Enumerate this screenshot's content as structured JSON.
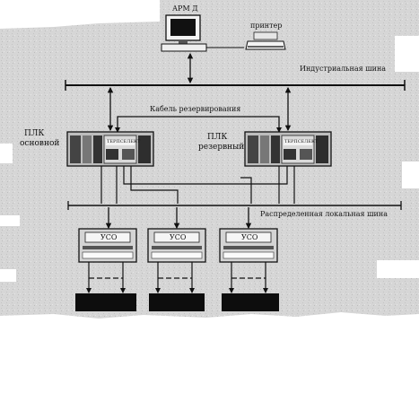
{
  "workstation": {
    "label": "АРМ Д",
    "icon": "computer-icon"
  },
  "printer": {
    "label": "принтер",
    "icon": "printer-icon"
  },
  "buses": {
    "industrial": "Индустриальная шина",
    "redundancy_cable": "Кабель резервирования",
    "local": "Распределенная локальная шина"
  },
  "plc": {
    "primary": {
      "line1": "ПЛК",
      "line2": "основной",
      "panel": "ТЕРПСЕЛЕКТ"
    },
    "backup": {
      "line1": "ПЛК",
      "line2": "резервный",
      "panel": "ТЕРПСЕЛЕКТ"
    }
  },
  "io_modules": [
    {
      "label": "УСО"
    },
    {
      "label": "УСО"
    },
    {
      "label": "УСО"
    }
  ],
  "colors": {
    "background_texture": "#d4d4d4",
    "line": "#111111",
    "block": "#0d0d0d"
  }
}
